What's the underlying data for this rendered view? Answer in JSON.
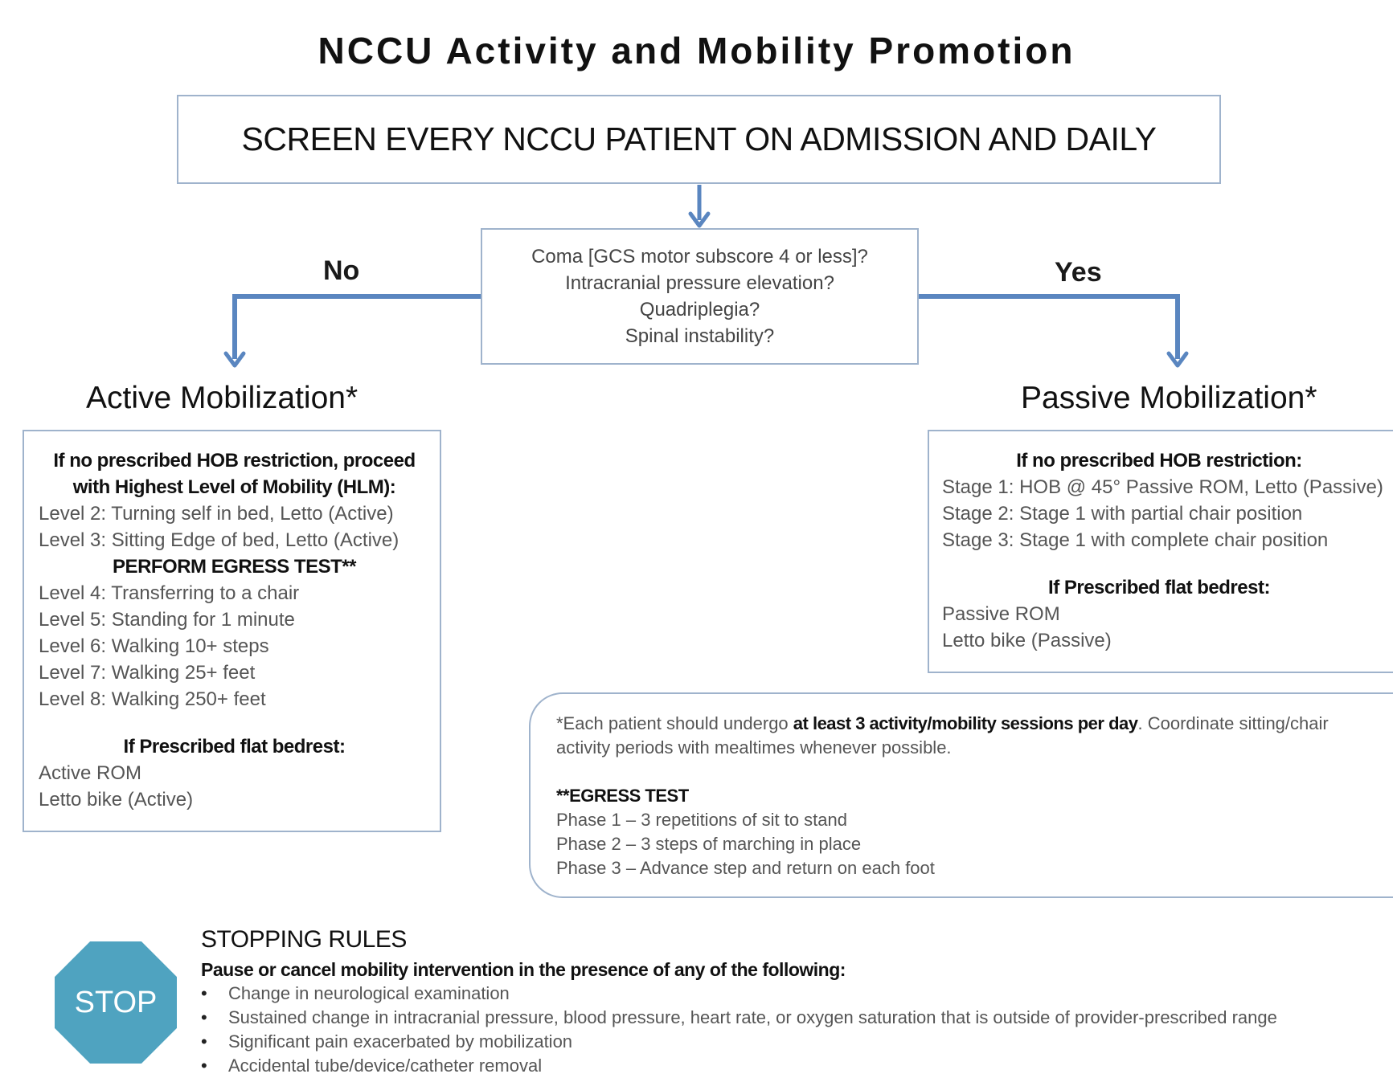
{
  "title": "NCCU Activity and Mobility Promotion",
  "screen": "SCREEN EVERY NCCU PATIENT ON ADMISSION AND DAILY",
  "question_lines": [
    "Coma [GCS motor subscore 4 or less]?",
    "Intracranial pressure elevation?",
    "Quadriplegia?",
    "Spinal instability?"
  ],
  "branches": {
    "no": "No",
    "yes": "Yes"
  },
  "active": {
    "title": "Active Mobilization*",
    "header": [
      "If no prescribed HOB restriction, proceed",
      "with Highest Level of Mobility (HLM):"
    ],
    "levels_pre": [
      "Level 2: Turning self in bed, Letto (Active)",
      "Level 3: Sitting Edge of bed, Letto (Active)"
    ],
    "egress": "PERFORM EGRESS TEST**",
    "levels_post": [
      "Level 4: Transferring to a chair",
      "Level 5: Standing for 1 minute",
      "Level 6: Walking 10+ steps",
      "Level 7: Walking 25+ feet",
      "Level 8: Walking 250+ feet"
    ],
    "flat_header": "If Prescribed flat bedrest:",
    "flat_items": [
      "Active ROM",
      "Letto bike (Active)"
    ]
  },
  "passive": {
    "title": "Passive Mobilization*",
    "header": "If no prescribed HOB restriction:",
    "stages": [
      "Stage 1: HOB @ 45° Passive ROM, Letto (Passive)",
      "Stage 2: Stage 1 with partial chair position",
      "Stage 3: Stage 1 with complete chair position"
    ],
    "flat_header": "If Prescribed flat bedrest:",
    "flat_items": [
      "Passive ROM",
      "Letto bike (Passive)"
    ]
  },
  "notes": {
    "line1_pre": "*Each patient should undergo ",
    "line1_bold": "at least 3 activity/mobility sessions per day",
    "line1_post": ". Coordinate sitting/chair",
    "line2": "activity periods with mealtimes whenever possible.",
    "egress_title": "**EGRESS TEST",
    "phases": [
      "Phase 1 – 3 repetitions of sit to stand",
      "Phase 2 – 3 steps of marching in place",
      "Phase 3 – Advance step and return on each foot"
    ]
  },
  "stop": {
    "sign": "STOP",
    "title": "STOPPING RULES",
    "intro": "Pause or cancel mobility intervention in the presence of any of the following:",
    "bullet_char": "•",
    "items": [
      "Change in neurological examination",
      "Sustained change in intracranial pressure, blood pressure, heart rate, or oxygen saturation that is outside of provider-prescribed range",
      "Significant pain exacerbated by mobilization",
      "Accidental tube/device/catheter removal"
    ]
  },
  "colors": {
    "connector": "#5a86c0",
    "box_border": "#9fb3cc",
    "stop_sign": "#4fa3c0"
  }
}
